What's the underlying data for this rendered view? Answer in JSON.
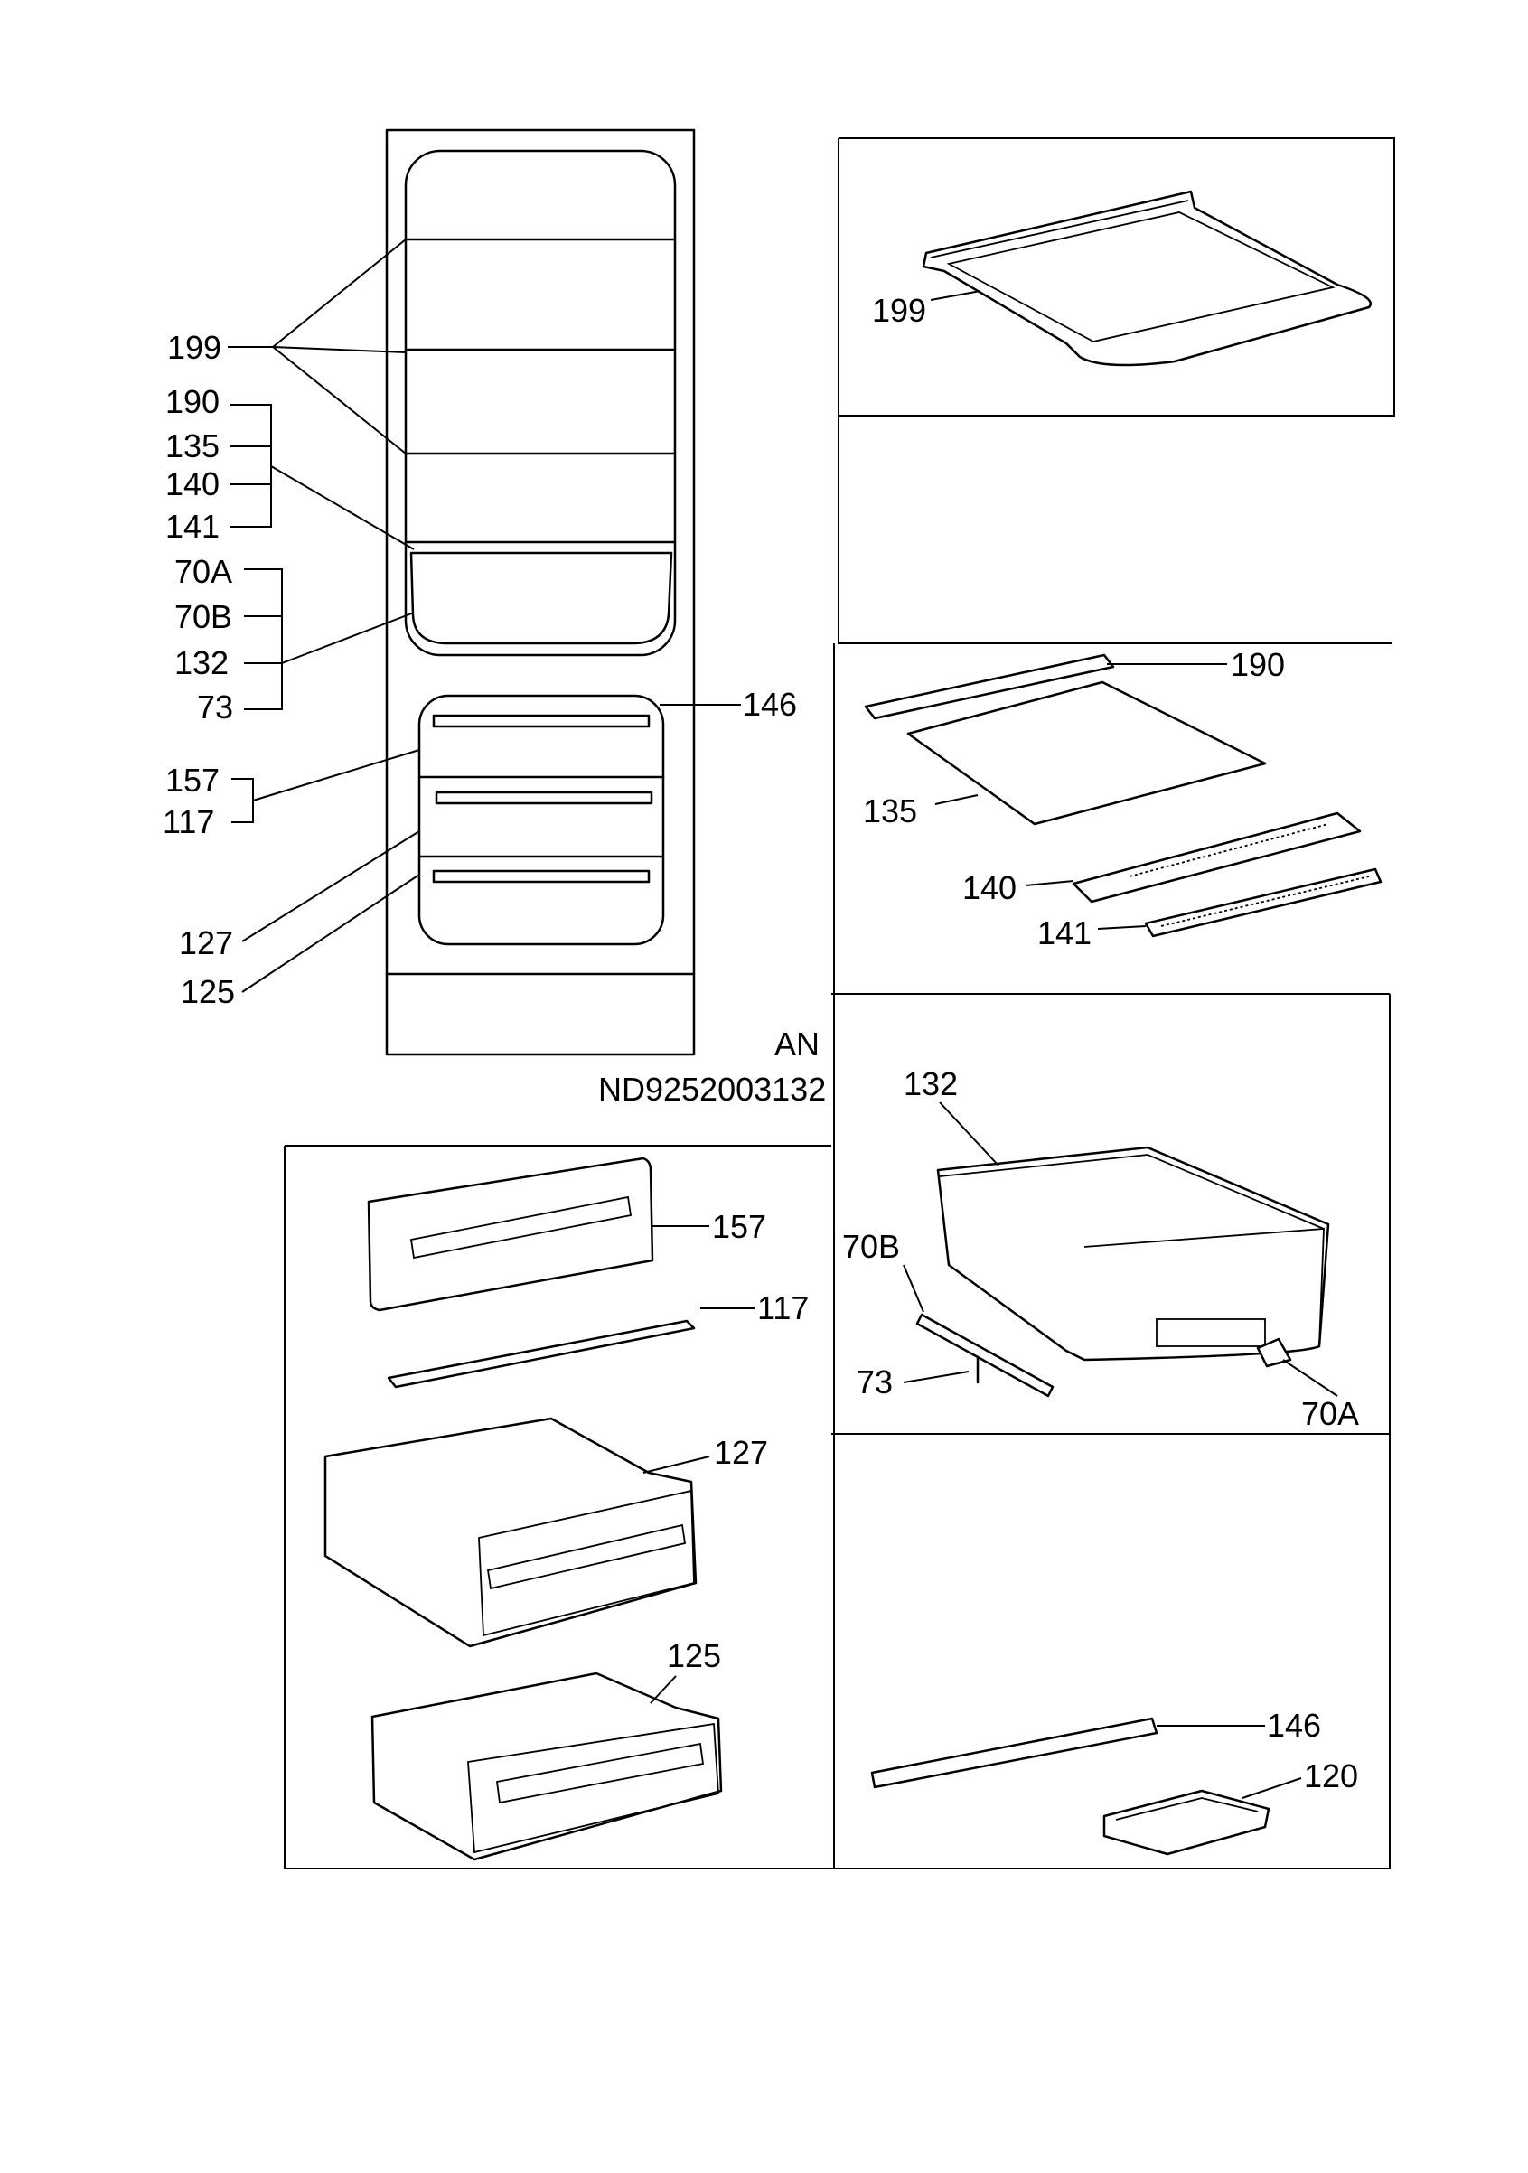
{
  "overview": {
    "labels": {
      "l199": "199",
      "l190": "190",
      "l135": "135",
      "l140": "140",
      "l141": "141",
      "l70a": "70A",
      "l70b": "70B",
      "l132": "132",
      "l73": "73",
      "l146": "146",
      "l157": "157",
      "l117": "117",
      "l127": "127",
      "l125": "125"
    }
  },
  "drawing_code": {
    "variant": "AN",
    "number": "ND9252003132"
  },
  "panels": {
    "glass_shelf": {
      "label": "199"
    },
    "shelf_assembly": {
      "frame_label": "190",
      "glass_label": "135",
      "trim_label": "140",
      "grille_label": "141"
    },
    "crisper": {
      "box_label": "132",
      "rail_label": "70B",
      "screw_label": "73",
      "slide_label": "70A"
    },
    "drawer_front": {
      "front_label": "157",
      "rail_label": "117"
    },
    "drawers": {
      "upper_label": "127",
      "lower_label": "125"
    },
    "accessories": {
      "strip_label": "146",
      "ice_tray_label": "120"
    }
  }
}
